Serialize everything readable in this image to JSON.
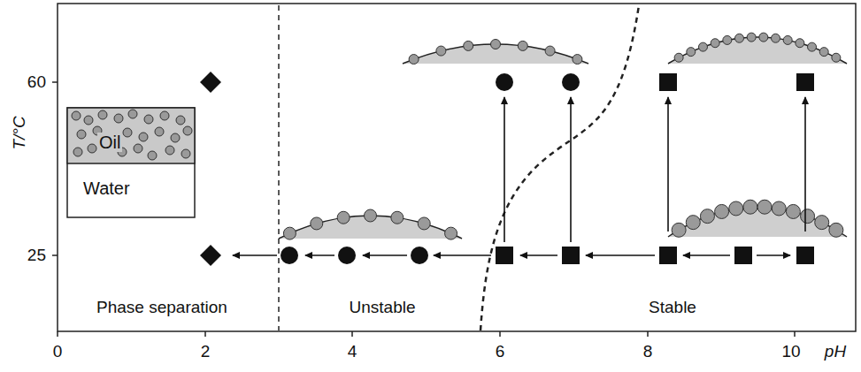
{
  "diagram": {
    "nodes": [
      {
        "text": [
          "Water"
        ]
      },
      {
        "text": [
          "Oil"
        ],
        "in": 0
      }
    ],
    "labels": [
      "T/°C",
      "60",
      "25",
      "Phase separation",
      "Unstable",
      "Stable",
      "0",
      "2",
      "4",
      "6",
      "8",
      "10",
      "pH"
    ]
  }
}
